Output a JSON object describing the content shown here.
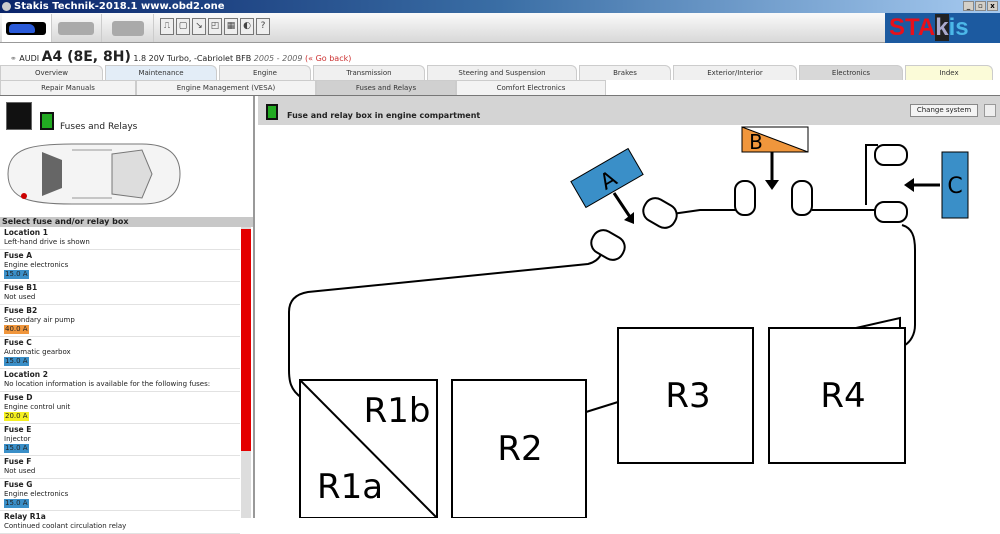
{
  "window": {
    "title": "Stakis Technik-2018.1   www.obd2.one",
    "buttons": [
      "_",
      "▫",
      "x"
    ]
  },
  "logo": {
    "text_red": "STA",
    "text_k": "k",
    "text_blue": "is"
  },
  "vehicle": {
    "make": "AUDI",
    "model": "A4 (8E, 8H)",
    "engine": "1.8 20V Turbo, -Cabriolet BFB",
    "years": "2005 - 2009",
    "back": "(« Go back)"
  },
  "tabs": [
    "Overview",
    "Maintenance",
    "Engine",
    "Transmission",
    "Steering and Suspension",
    "Brakes",
    "Exterior/Interior",
    "Electronics",
    "Index"
  ],
  "subtabs": [
    "Repair Manuals",
    "Engine Management (VESA)",
    "Fuses and Relays",
    "Comfort Electronics"
  ],
  "left": {
    "heading": "Fuses and Relays",
    "list_header": "Select fuse and/or relay box",
    "items": [
      {
        "title": "Location 1",
        "desc": "Left-hand drive is shown",
        "amp": ""
      },
      {
        "title": "Fuse A",
        "desc": "Engine electronics",
        "amp": "15.0 A",
        "color": "#3a8fc8"
      },
      {
        "title": "Fuse B1",
        "desc": "Not used",
        "amp": ""
      },
      {
        "title": "Fuse B2",
        "desc": "Secondary air pump",
        "amp": "40.0 A",
        "color": "#f0963c"
      },
      {
        "title": "Fuse C",
        "desc": "Automatic gearbox",
        "amp": "15.0 A",
        "color": "#3a8fc8"
      },
      {
        "title": "Location 2",
        "desc": "No location information is available for the following fuses:",
        "amp": ""
      },
      {
        "title": "Fuse D",
        "desc": "Engine control unit",
        "amp": "20.0 A",
        "color": "#f5f020"
      },
      {
        "title": "Fuse E",
        "desc": "Injector",
        "amp": "15.0 A",
        "color": "#3a8fc8"
      },
      {
        "title": "Fuse F",
        "desc": "Not used",
        "amp": ""
      },
      {
        "title": "Fuse G",
        "desc": "Engine electronics",
        "amp": "15.0 A",
        "color": "#3a8fc8"
      },
      {
        "title": "Relay R1a",
        "desc": "Continued coolant circulation relay",
        "amp": ""
      }
    ]
  },
  "main": {
    "title": "Fuse and relay box in engine compartment",
    "change_system": "Change system",
    "diagram": {
      "A": "A",
      "B": "B",
      "C": "C",
      "R1a": "R1a",
      "R1b": "R1b",
      "R2": "R2",
      "R3": "R3",
      "R4": "R4"
    }
  }
}
